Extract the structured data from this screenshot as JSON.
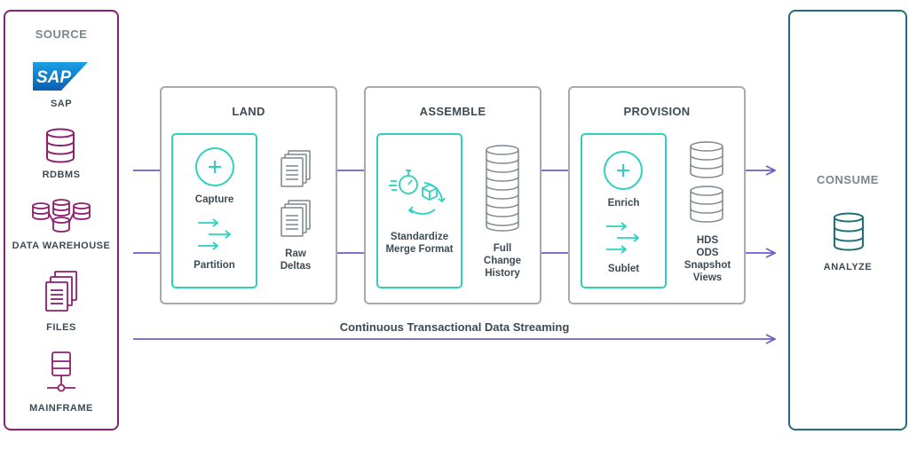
{
  "source": {
    "title": "SOURCE",
    "sap_logo": "SAP",
    "items": [
      "SAP",
      "RDBMS",
      "DATA WAREHOUSE",
      "FILES",
      "MAINFRAME"
    ]
  },
  "consume": {
    "title": "CONSUME",
    "item": "ANALYZE"
  },
  "land": {
    "title": "LAND",
    "capture": "Capture",
    "partition": "Partition",
    "raw_deltas": "Raw\nDeltas"
  },
  "assemble": {
    "title": "ASSEMBLE",
    "standardize": "Standardize\nMerge Format",
    "full_change": "Full\nChange\nHistory"
  },
  "provision": {
    "title": "PROVISION",
    "enrich": "Enrich",
    "sublet": "Sublet",
    "views": "HDS\nODS\nSnapshot\nViews"
  },
  "stream": {
    "label": "Continuous Transactional Data Streaming"
  },
  "colors": {
    "source": "#8e1f6e",
    "consume": "#1f6e7a",
    "accent": "#2fd0be",
    "arrow": "#6b5fc7",
    "stage_border": "#a7a9ab"
  }
}
